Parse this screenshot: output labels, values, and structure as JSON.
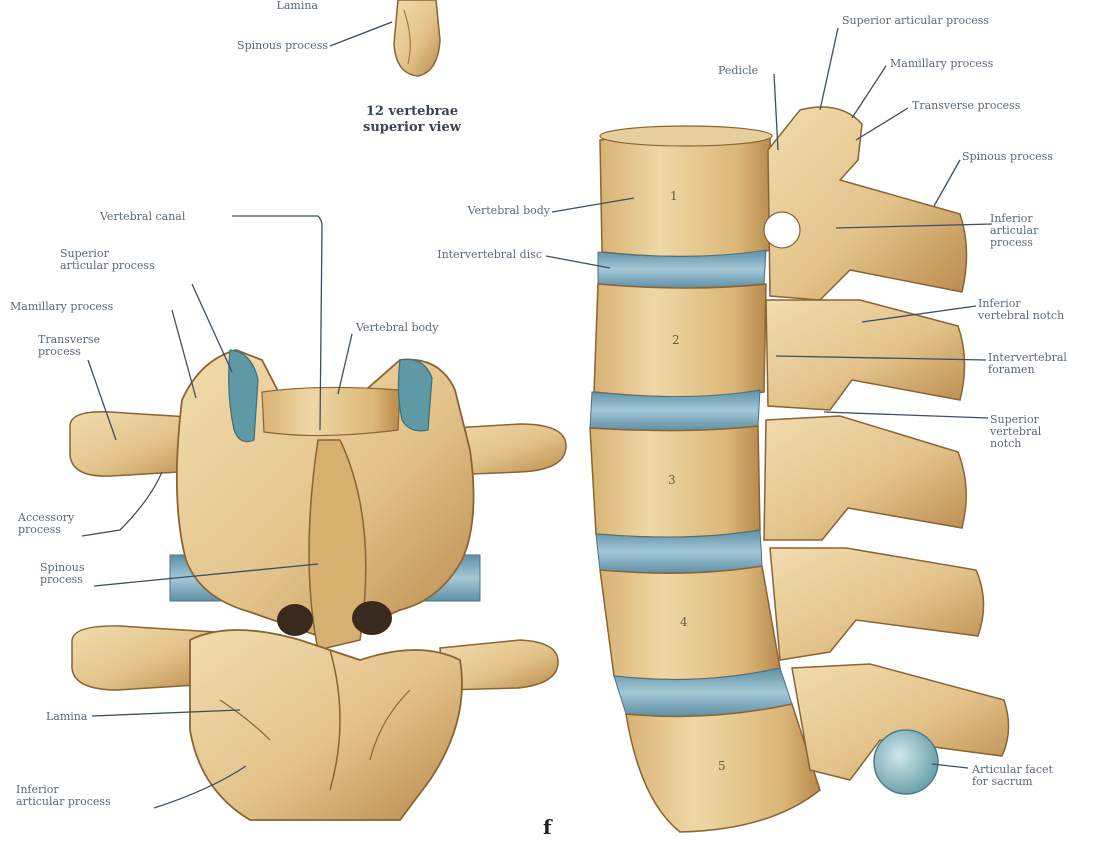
{
  "caption": {
    "line1": "12 vertebrae",
    "line2": "superior view"
  },
  "figure_mark": "f",
  "colors": {
    "bone": "#e6c991",
    "bone_dark": "#c99c5a",
    "bone_shadow": "#a97a3e",
    "disc": "#7eaec0",
    "label": "#5a6a7a",
    "leader": "#3d4e66"
  },
  "top_labels": {
    "lamina": "Lamina",
    "spinous_process": "Spinous process"
  },
  "posterior_labels": {
    "vertebral_canal": "Vertebral canal",
    "superior_articular_process_1": "Superior",
    "superior_articular_process_2": "articular process",
    "mamillary_process": "Mamillary process",
    "transverse_process_1": "Transverse",
    "transverse_process_2": "process",
    "vertebral_body": "Vertebral body",
    "accessory_process_1": "Accessory",
    "accessory_process_2": "process",
    "spinous_process_1": "Spinous",
    "spinous_process_2": "process",
    "lamina": "Lamina",
    "inferior_articular_process_1": "Inferior",
    "inferior_articular_process_2": "articular process"
  },
  "lateral_labels": {
    "superior_articular_process": "Superior articular process",
    "pedicle": "Pedicle",
    "mamillary_process": "Mamillary process",
    "transverse_process": "Transverse process",
    "spinous_process": "Spinous process",
    "vertebral_body": "Vertebral body",
    "inferior_articular_process_1": "Inferior",
    "inferior_articular_process_2": "articular",
    "inferior_articular_process_3": "process",
    "intervertebral_disc": "Intervertebral disc",
    "inferior_vertebral_notch_1": "Inferior",
    "inferior_vertebral_notch_2": "vertebral notch",
    "intervertebral_foramen_1": "Intervertebral",
    "intervertebral_foramen_2": "foramen",
    "superior_vertebral_notch_1": "Superior",
    "superior_vertebral_notch_2": "vertebral",
    "superior_vertebral_notch_3": "notch",
    "articular_facet_1": "Articular facet",
    "articular_facet_2": "for sacrum"
  },
  "vertebra_numbers": [
    "1",
    "2",
    "3",
    "4",
    "5"
  ]
}
